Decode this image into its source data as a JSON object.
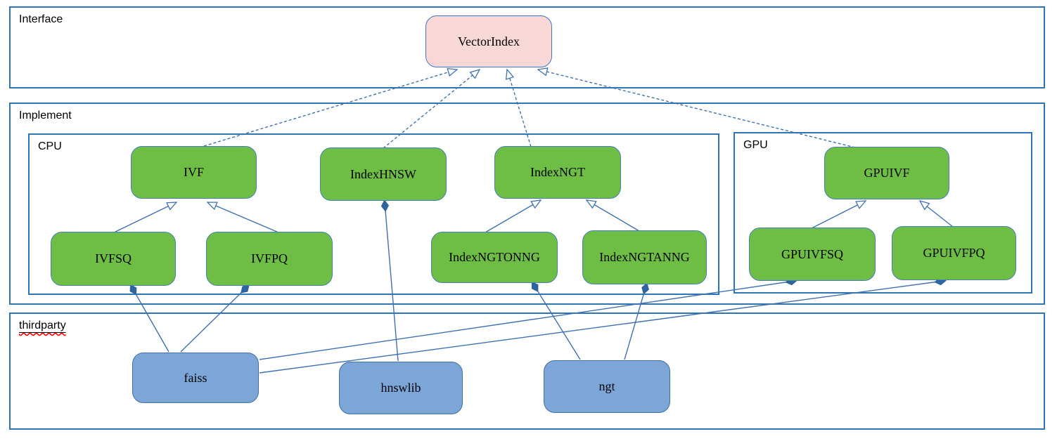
{
  "diagram": {
    "sections": {
      "interface": {
        "label": "Interface"
      },
      "implement": {
        "label": "Implement"
      },
      "cpu": {
        "label": "CPU"
      },
      "gpu": {
        "label": "GPU"
      },
      "thirdparty": {
        "label": "thirdparty"
      }
    },
    "nodes": {
      "vectorindex": {
        "label": "VectorIndex",
        "kind": "interface"
      },
      "ivf": {
        "label": "IVF",
        "kind": "cpu-implementation"
      },
      "indexhnsw": {
        "label": "IndexHNSW",
        "kind": "cpu-implementation"
      },
      "indexngt": {
        "label": "IndexNGT",
        "kind": "cpu-implementation"
      },
      "ivfsq": {
        "label": "IVFSQ",
        "kind": "cpu-implementation"
      },
      "ivfpq": {
        "label": "IVFPQ",
        "kind": "cpu-implementation"
      },
      "indexngtonng": {
        "label": "IndexNGTONNG",
        "kind": "cpu-implementation"
      },
      "indexngtanng": {
        "label": "IndexNGTANNG",
        "kind": "cpu-implementation"
      },
      "gpuivf": {
        "label": "GPUIVF",
        "kind": "gpu-implementation"
      },
      "gpuivfsq": {
        "label": "GPUIVFSQ",
        "kind": "gpu-implementation"
      },
      "gpuivfpq": {
        "label": "GPUIVFPQ",
        "kind": "gpu-implementation"
      },
      "faiss": {
        "label": "faiss",
        "kind": "thirdparty"
      },
      "hnswlib": {
        "label": "hnswlib",
        "kind": "thirdparty"
      },
      "ngt": {
        "label": "ngt",
        "kind": "thirdparty"
      }
    },
    "edges": [
      {
        "from": "IVF",
        "to": "VectorIndex",
        "type": "realization-dashed-hollow-arrow"
      },
      {
        "from": "IndexHNSW",
        "to": "VectorIndex",
        "type": "realization-dashed-hollow-arrow"
      },
      {
        "from": "IndexNGT",
        "to": "VectorIndex",
        "type": "realization-dashed-hollow-arrow"
      },
      {
        "from": "GPUIVF",
        "to": "VectorIndex",
        "type": "realization-dashed-hollow-arrow"
      },
      {
        "from": "IVFSQ",
        "to": "IVF",
        "type": "generalization-hollow-arrow"
      },
      {
        "from": "IVFPQ",
        "to": "IVF",
        "type": "generalization-hollow-arrow"
      },
      {
        "from": "IndexNGTONNG",
        "to": "IndexNGT",
        "type": "generalization-hollow-arrow"
      },
      {
        "from": "IndexNGTANNG",
        "to": "IndexNGT",
        "type": "generalization-hollow-arrow"
      },
      {
        "from": "GPUIVFSQ",
        "to": "GPUIVF",
        "type": "generalization-hollow-arrow"
      },
      {
        "from": "GPUIVFPQ",
        "to": "GPUIVF",
        "type": "generalization-hollow-arrow"
      },
      {
        "from": "IVFSQ",
        "to": "faiss",
        "type": "composition-filled-diamond"
      },
      {
        "from": "IVFPQ",
        "to": "faiss",
        "type": "composition-filled-diamond"
      },
      {
        "from": "IndexHNSW",
        "to": "hnswlib",
        "type": "composition-filled-diamond"
      },
      {
        "from": "IndexNGTONNG",
        "to": "ngt",
        "type": "composition-filled-diamond"
      },
      {
        "from": "IndexNGTANNG",
        "to": "ngt",
        "type": "composition-filled-diamond"
      },
      {
        "from": "GPUIVFSQ",
        "to": "faiss",
        "type": "composition-filled-diamond"
      },
      {
        "from": "GPUIVFPQ",
        "to": "faiss",
        "type": "composition-filled-diamond"
      }
    ],
    "colors": {
      "node_green": "#6ebe45",
      "node_blue": "#7ca5d8",
      "node_pink": "#f8d8d6",
      "node_green_border": "#4a7ebb",
      "node_blue_border": "#41719c",
      "node_pink_border": "#4472c4",
      "frame": "#2e75b6",
      "edge": "#4070b0",
      "diamond": "#2f649e",
      "spellcheck": "#ff0000"
    }
  }
}
